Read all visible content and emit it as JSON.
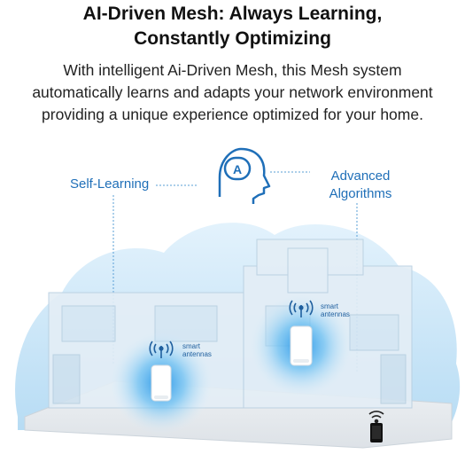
{
  "header": {
    "title_line1": "AI-Driven Mesh: Always Learning,",
    "title_line2": "Constantly Optimizing",
    "subtitle_line1": "With intelligent Ai-Driven Mesh, this Mesh system",
    "subtitle_line2": "automatically learns and adapts your network environment",
    "subtitle_line3": "providing a unique experience optimized for your home."
  },
  "features": {
    "self_learning": "Self-Learning",
    "advanced_line1": "Advanced",
    "advanced_line2": "Algorithms",
    "ai_icon_text": "A"
  },
  "devices": {
    "antenna_label_1": "smart",
    "antenna_label_2": "antennas"
  },
  "colors": {
    "accent_blue": "#1f6fb8",
    "cloud_light": "#cfe8f8",
    "cloud_deep": "#3fa8e8"
  }
}
